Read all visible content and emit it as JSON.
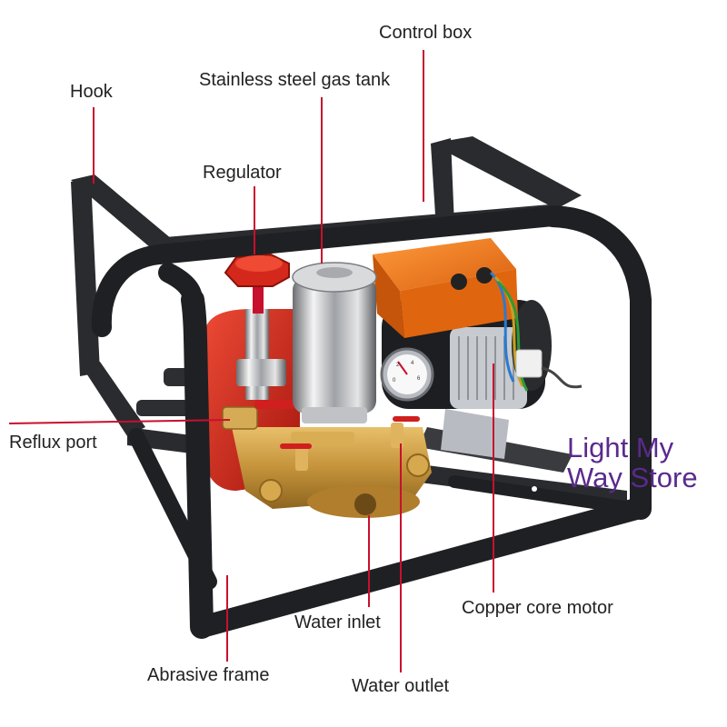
{
  "labels": {
    "control_box": "Control box",
    "gas_tank": "Stainless steel gas tank",
    "hook": "Hook",
    "regulator": "Regulator",
    "reflux_port": "Reflux port",
    "copper_core_motor": "Copper core motor",
    "water_inlet": "Water inlet",
    "abrasive_frame": "Abrasive frame",
    "water_outlet": "Water outlet"
  },
  "watermark": {
    "line1": "Light My",
    "line2": "Way Store"
  },
  "gauge_marks": [
    "0",
    "2",
    "4",
    "6"
  ],
  "colors": {
    "leader": "#c8102e",
    "frame": "#222326",
    "motor_orange": "#f07820",
    "pump_red": "#d5281c",
    "brass": "#c89a3a",
    "watermark": "#5a2a8c"
  }
}
